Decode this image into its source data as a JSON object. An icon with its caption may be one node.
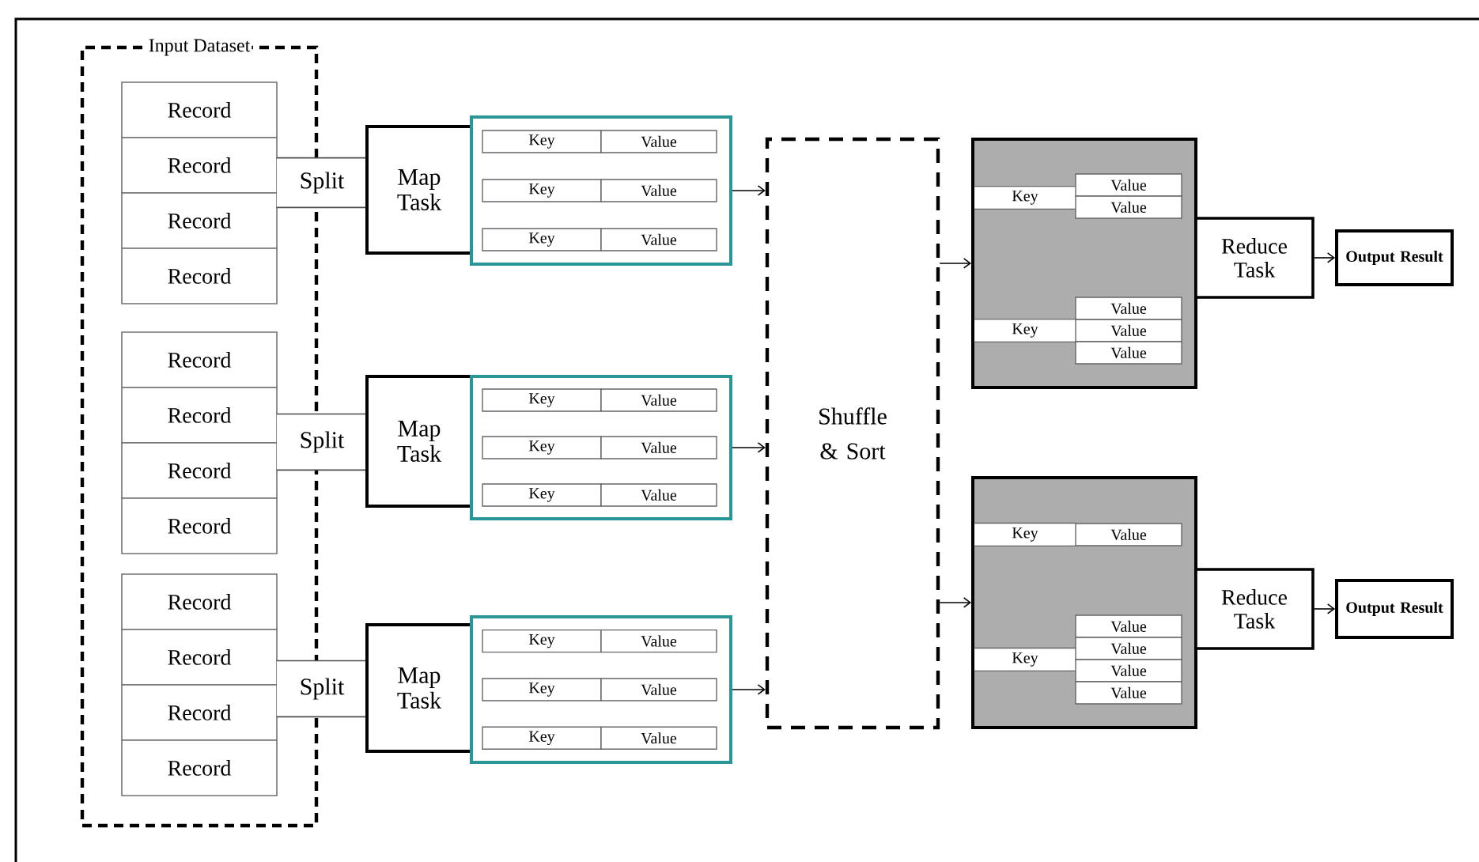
{
  "diagram": {
    "nodes": [
      {
        "text": [
          "Input Dataset"
        ]
      },
      {
        "text": [
          "Record"
        ],
        "in": 0
      },
      {
        "text": [
          "Record"
        ],
        "in": 0
      },
      {
        "text": [
          "Record"
        ],
        "in": 0
      },
      {
        "text": [
          "Record"
        ],
        "in": 0
      },
      {
        "text": [
          "Record"
        ],
        "in": 0
      },
      {
        "text": [
          "Record"
        ],
        "in": 0
      },
      {
        "text": [
          "Record"
        ],
        "in": 0
      },
      {
        "text": [
          "Record"
        ],
        "in": 0
      },
      {
        "text": [
          "Record"
        ],
        "in": 0
      },
      {
        "text": [
          "Record"
        ],
        "in": 0
      },
      {
        "text": [
          "Record"
        ],
        "in": 0
      },
      {
        "text": [
          "Record"
        ],
        "in": 0
      },
      {
        "text": [
          "Split"
        ]
      },
      {
        "text": [
          "Map Task"
        ]
      },
      {
        "text": [],
        "shape": "box"
      },
      {
        "text": [
          "Key"
        ],
        "in": 15
      },
      {
        "text": [
          "Value"
        ],
        "in": 15
      },
      {
        "text": [
          "Key"
        ],
        "in": 15
      },
      {
        "text": [
          "Value"
        ],
        "in": 15
      },
      {
        "text": [
          "Key"
        ],
        "in": 15
      },
      {
        "text": [
          "Value"
        ],
        "in": 15
      },
      {
        "text": [
          "Split"
        ]
      },
      {
        "text": [
          "Map Task"
        ]
      },
      {
        "text": [],
        "shape": "box"
      },
      {
        "text": [
          "Key"
        ],
        "in": 24
      },
      {
        "text": [
          "Value"
        ],
        "in": 24
      },
      {
        "text": [
          "Key"
        ],
        "in": 24
      },
      {
        "text": [
          "Value"
        ],
        "in": 24
      },
      {
        "text": [
          "Key"
        ],
        "in": 24
      },
      {
        "text": [
          "Value"
        ],
        "in": 24
      },
      {
        "text": [
          "Split"
        ]
      },
      {
        "text": [
          "Map Task"
        ]
      },
      {
        "text": [],
        "shape": "box"
      },
      {
        "text": [
          "Key"
        ],
        "in": 33
      },
      {
        "text": [
          "Value"
        ],
        "in": 33
      },
      {
        "text": [
          "Key"
        ],
        "in": 33
      },
      {
        "text": [
          "Value"
        ],
        "in": 33
      },
      {
        "text": [
          "Key"
        ],
        "in": 33
      },
      {
        "text": [
          "Value"
        ],
        "in": 33
      },
      {
        "text": [
          "Shuffle & Sort"
        ]
      },
      {
        "text": [],
        "shape": "box"
      },
      {
        "text": [
          "Key"
        ],
        "in": 41
      },
      {
        "text": [
          "Value"
        ],
        "in": 41
      },
      {
        "text": [
          "Value"
        ],
        "in": 41
      },
      {
        "text": [
          "Key"
        ],
        "in": 41
      },
      {
        "text": [
          "Value"
        ],
        "in": 41
      },
      {
        "text": [
          "Value"
        ],
        "in": 41
      },
      {
        "text": [
          "Value"
        ],
        "in": 41
      },
      {
        "text": [
          "Reduce Task"
        ]
      },
      {
        "text": [
          "Output Result"
        ]
      },
      {
        "text": [],
        "shape": "box"
      },
      {
        "text": [
          "Key"
        ],
        "in": 51
      },
      {
        "text": [
          "Value"
        ],
        "in": 51
      },
      {
        "text": [
          "Key"
        ],
        "in": 51
      },
      {
        "text": [
          "Value"
        ],
        "in": 51
      },
      {
        "text": [
          "Value"
        ],
        "in": 51
      },
      {
        "text": [
          "Value"
        ],
        "in": 51
      },
      {
        "text": [
          "Value"
        ],
        "in": 51
      },
      {
        "text": [
          "Reduce Task"
        ]
      },
      {
        "text": [
          "Output Result"
        ]
      }
    ],
    "edges": [
      {
        "from": 15,
        "to": 40,
        "arrow": "to"
      },
      {
        "from": 24,
        "to": 40,
        "arrow": "to"
      },
      {
        "from": 33,
        "to": 40,
        "arrow": "to"
      },
      {
        "from": 40,
        "to": 41,
        "arrow": "to"
      },
      {
        "from": 40,
        "to": 51,
        "arrow": "to"
      },
      {
        "from": 49,
        "to": 50,
        "arrow": "to"
      },
      {
        "from": 59,
        "to": 60,
        "arrow": "to"
      }
    ]
  }
}
